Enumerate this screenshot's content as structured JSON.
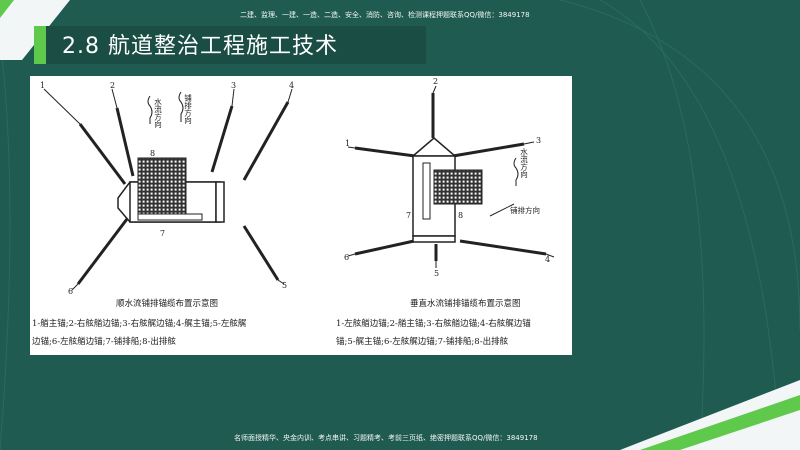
{
  "header": {
    "top_note": "二建、监理、一建、一造、二造、安全、消防、咨询、检测课程押题联系QQ/微信：3849178",
    "title": "2.8  航道整治工程施工技术",
    "bottom_note": "名师面授精华、央金内训、考点串讲、习题精考、考前三页纸、绝密押题联系QQ/微信：3849178"
  },
  "left_diagram": {
    "flow_label": "水流方向",
    "lay_label": "铺排方向",
    "numbers": [
      "1",
      "2",
      "3",
      "4",
      "5",
      "6",
      "7",
      "8"
    ],
    "caption": "顺水流铺排锚缆布置示意图",
    "legend_line1": "1-艏主锚;2-右舷艏边锚;3-右舷艉边锚;4-艉主锚;5-左舷艉",
    "legend_line2": "边锚;6-左舷艏边锚;7-铺排船;8-出排舷"
  },
  "right_diagram": {
    "flow_label": "水流方向",
    "lay_label": "铺排方向",
    "numbers": [
      "1",
      "2",
      "3",
      "4",
      "5",
      "6",
      "7",
      "8"
    ],
    "caption": "垂直水流铺排锚缆布置示意图",
    "legend_line1": "1-左舷艏边锚;2-艏主锚;3-右舷艏边锚;4-右舷艉边锚",
    "legend_line2": "锚;5-艉主锚;6-左舷艉边锚;7-铺排船;8-出排舷"
  },
  "colors": {
    "background": "#1f5b50",
    "accent": "#5ec94b",
    "title_bar": "#1a4d44"
  }
}
